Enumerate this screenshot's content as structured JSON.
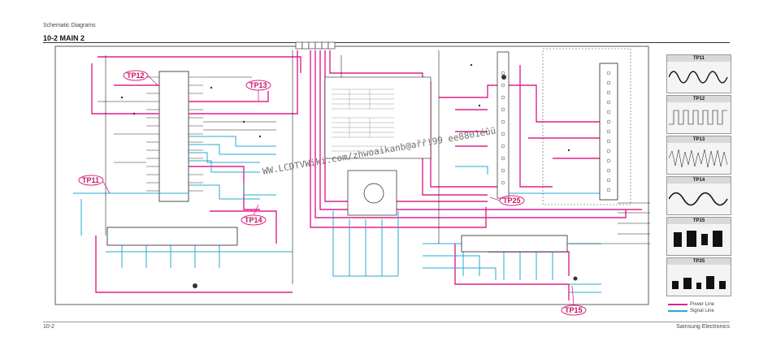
{
  "page": {
    "section_label": "Schematic Diagrams",
    "title": "10-2 MAIN 2",
    "page_number": "10-2",
    "brand": "Samsung Electronics"
  },
  "test_points": {
    "tp12": "TP12",
    "tp13": "TP13",
    "tp11": "TP11",
    "tp14": "TP14",
    "tp25": "TP25",
    "tp15": "TP15"
  },
  "scopes": [
    {
      "label": "TP11"
    },
    {
      "label": "TP12"
    },
    {
      "label": "TP13"
    },
    {
      "label": "TP14"
    },
    {
      "label": "TP15"
    },
    {
      "label": "TP25"
    }
  ],
  "legend": {
    "power": "Power Line",
    "signal": "Signal Line",
    "power_color": "#e0218a",
    "signal_color": "#29a8d6"
  },
  "watermark": "WW.LCDTVWiki.com/zhwoaikanb@ařř!99 ee8801éûū"
}
